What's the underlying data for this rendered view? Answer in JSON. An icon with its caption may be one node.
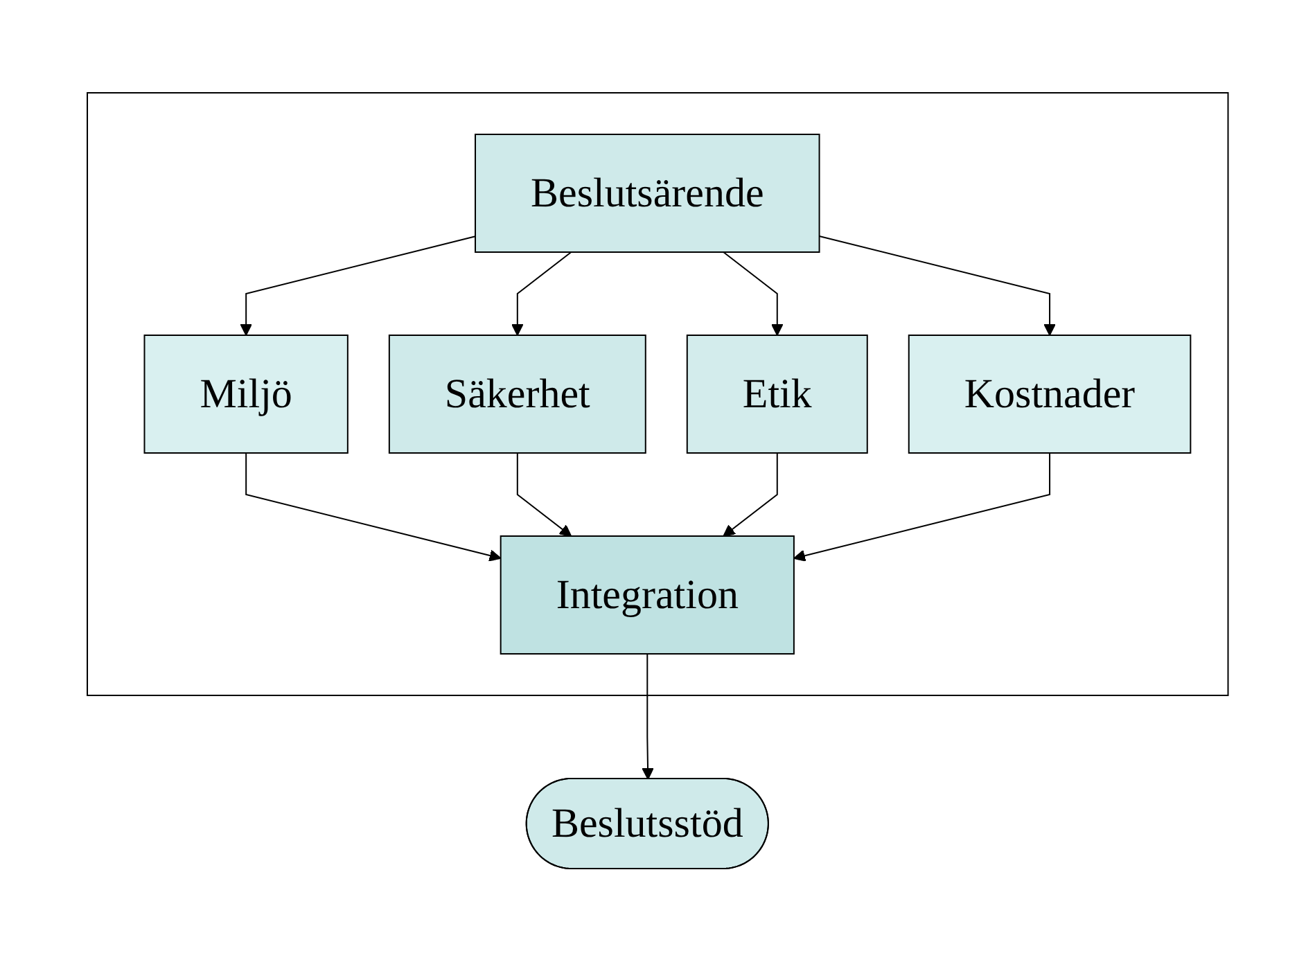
{
  "diagram": {
    "nodes": [
      {
        "text": [],
        "shape": "box"
      },
      {
        "text": [
          "Beslutsärende"
        ],
        "in": 0
      },
      {
        "text": [
          "Miljö"
        ],
        "in": 0
      },
      {
        "text": [
          "Säkerhet"
        ],
        "in": 0
      },
      {
        "text": [
          "Etik"
        ],
        "in": 0
      },
      {
        "text": [
          "Kostnader"
        ],
        "in": 0
      },
      {
        "text": [
          "Integration"
        ],
        "in": 0
      },
      {
        "text": [
          "Beslutsstöd"
        ]
      }
    ],
    "edges": [
      {
        "from": 1,
        "to": 2,
        "arrow": "to"
      },
      {
        "from": 1,
        "to": 3,
        "arrow": "to"
      },
      {
        "from": 1,
        "to": 4,
        "arrow": "to"
      },
      {
        "from": 1,
        "to": 5,
        "arrow": "to"
      },
      {
        "from": 2,
        "to": 6,
        "arrow": "to"
      },
      {
        "from": 3,
        "to": 6,
        "arrow": "to"
      },
      {
        "from": 4,
        "to": 6,
        "arrow": "to"
      },
      {
        "from": 5,
        "to": 6,
        "arrow": "to"
      },
      {
        "from": 6,
        "to": 7,
        "arrow": "to"
      }
    ]
  }
}
